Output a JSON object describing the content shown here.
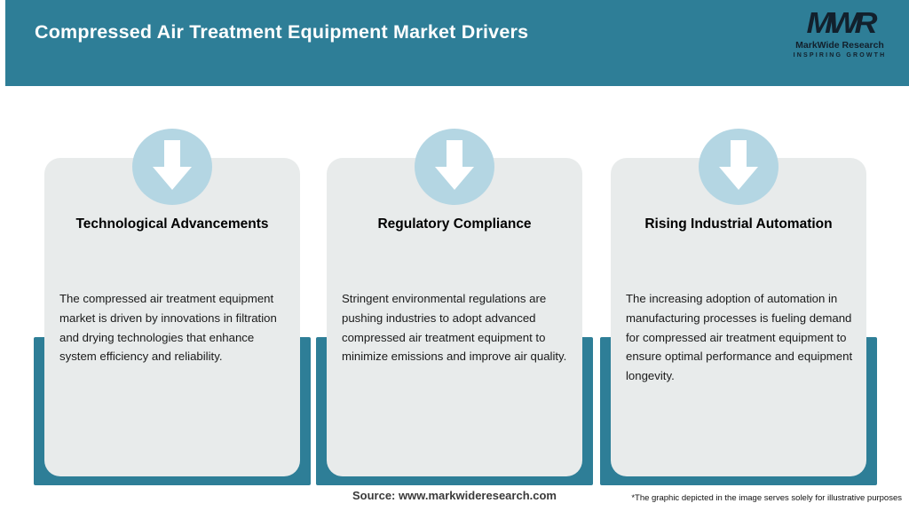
{
  "header": {
    "title": "Compressed Air Treatment Equipment Market Drivers"
  },
  "logo": {
    "monogram": "MWR",
    "name": "MarkWide Research",
    "tagline": "INSPIRING GROWTH"
  },
  "cards": [
    {
      "icon": "down-arrow",
      "title": "Technological Advancements",
      "description": "The compressed air treatment equipment market is driven by innovations in filtration and drying technologies that enhance system efficiency and reliability."
    },
    {
      "icon": "down-arrow",
      "title": "Regulatory Compliance",
      "description": "Stringent environmental regulations are pushing industries to adopt advanced compressed air treatment equipment to minimize emissions and improve air quality."
    },
    {
      "icon": "down-arrow",
      "title": "Rising Industrial Automation",
      "description": "The increasing adoption of automation in manufacturing processes is fueling demand for compressed air treatment equipment to ensure optimal performance and equipment longevity."
    }
  ],
  "footer": {
    "source": "Source: www.markwideresearch.com",
    "disclaimer": "*The graphic depicted in the image serves solely for illustrative purposes"
  },
  "colors": {
    "teal": "#2e7e97",
    "circle_blue": "#b4d6e3",
    "card_bg": "#e8ebeb",
    "logo_dark": "#12202c"
  }
}
